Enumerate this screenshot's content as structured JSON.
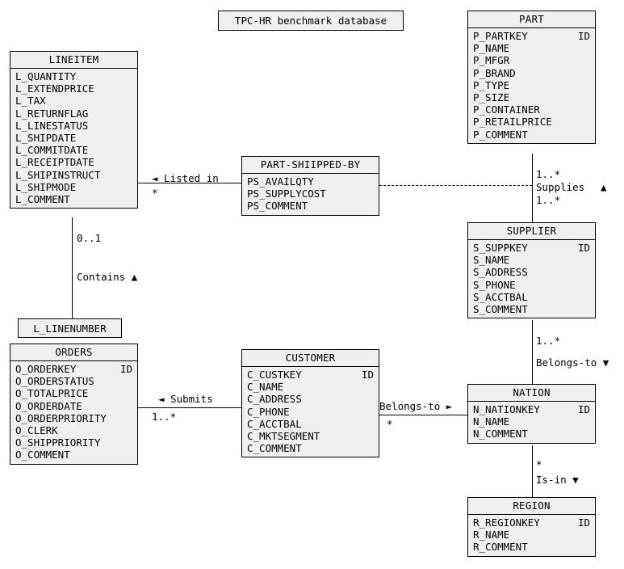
{
  "diagram": {
    "title": "TPC-HR benchmark database",
    "key_marker": "ID"
  },
  "entities": {
    "lineitem": {
      "name": "LINEITEM",
      "attributes": [
        {
          "name": "L_QUANTITY",
          "key": ""
        },
        {
          "name": "L_EXTENDPRICE",
          "key": ""
        },
        {
          "name": "L_TAX",
          "key": ""
        },
        {
          "name": "L_RETURNFLAG",
          "key": ""
        },
        {
          "name": "L_LINESTATUS",
          "key": ""
        },
        {
          "name": "L_SHIPDATE",
          "key": ""
        },
        {
          "name": "L_COMMITDATE",
          "key": ""
        },
        {
          "name": "L_RECEIPTDATE",
          "key": ""
        },
        {
          "name": "L_SHIPINSTRUCT",
          "key": ""
        },
        {
          "name": "L_SHIPMODE",
          "key": ""
        },
        {
          "name": "L_COMMENT",
          "key": ""
        }
      ]
    },
    "part": {
      "name": "PART",
      "attributes": [
        {
          "name": "P_PARTKEY",
          "key": "ID"
        },
        {
          "name": "P_NAME",
          "key": ""
        },
        {
          "name": "P_MFGR",
          "key": ""
        },
        {
          "name": "P_BRAND",
          "key": ""
        },
        {
          "name": "P_TYPE",
          "key": ""
        },
        {
          "name": "P_SIZE",
          "key": ""
        },
        {
          "name": "P_CONTAINER",
          "key": ""
        },
        {
          "name": "P_RETAILPRICE",
          "key": ""
        },
        {
          "name": "P_COMMENT",
          "key": ""
        }
      ]
    },
    "part_shipped_by": {
      "name": "PART-SHIIPPED-BY",
      "attributes": [
        {
          "name": "PS_AVAILQTY",
          "key": ""
        },
        {
          "name": "PS_SUPPLYCOST",
          "key": ""
        },
        {
          "name": "PS_COMMENT",
          "key": ""
        }
      ]
    },
    "supplier": {
      "name": "SUPPLIER",
      "attributes": [
        {
          "name": "S_SUPPKEY",
          "key": "ID"
        },
        {
          "name": "S_NAME",
          "key": ""
        },
        {
          "name": "S_ADDRESS",
          "key": ""
        },
        {
          "name": "S_PHONE",
          "key": ""
        },
        {
          "name": "S_ACCTBAL",
          "key": ""
        },
        {
          "name": "S_COMMENT",
          "key": ""
        }
      ]
    },
    "orders": {
      "name": "ORDERS",
      "attributes": [
        {
          "name": "O_ORDERKEY",
          "key": "ID"
        },
        {
          "name": "O_ORDERSTATUS",
          "key": ""
        },
        {
          "name": "O_TOTALPRICE",
          "key": ""
        },
        {
          "name": "O_ORDERDATE",
          "key": ""
        },
        {
          "name": "O_ORDERPRIORITY",
          "key": ""
        },
        {
          "name": "O_CLERK",
          "key": ""
        },
        {
          "name": "O_SHIPPRIORITY",
          "key": ""
        },
        {
          "name": "O_COMMENT",
          "key": ""
        }
      ]
    },
    "customer": {
      "name": "CUSTOMER",
      "attributes": [
        {
          "name": "C_CUSTKEY",
          "key": "ID"
        },
        {
          "name": "C_NAME",
          "key": ""
        },
        {
          "name": "C_ADDRESS",
          "key": ""
        },
        {
          "name": "C_PHONE",
          "key": ""
        },
        {
          "name": "C_ACCTBAL",
          "key": ""
        },
        {
          "name": "C_MKTSEGMENT",
          "key": ""
        },
        {
          "name": "C_COMMENT",
          "key": ""
        }
      ]
    },
    "nation": {
      "name": "NATION",
      "attributes": [
        {
          "name": "N_NATIONKEY",
          "key": "ID"
        },
        {
          "name": "N_NAME",
          "key": ""
        },
        {
          "name": "N_COMMENT",
          "key": ""
        }
      ]
    },
    "region": {
      "name": "REGION",
      "attributes": [
        {
          "name": "R_REGIONKEY",
          "key": "ID"
        },
        {
          "name": "R_NAME",
          "key": ""
        },
        {
          "name": "R_COMMENT",
          "key": ""
        }
      ]
    }
  },
  "association_box": {
    "label": "L_LINENUMBER"
  },
  "relationships": {
    "listed_in": {
      "label": "◄ Listed in",
      "cardinality_left": "*"
    },
    "supplies": {
      "cardinality_top": "1..*",
      "label": "Supplies",
      "arrow": "▲",
      "cardinality_bottom": "1..*"
    },
    "contains": {
      "cardinality_top": "0..1",
      "label": "Contains ▲"
    },
    "submits": {
      "label": "◄ Submits",
      "cardinality_left": "1..*"
    },
    "customer_belongs_to": {
      "label": "Belongs-to ►",
      "cardinality_left": "*"
    },
    "supplier_belongs_to": {
      "cardinality_top": "1..*",
      "label": "Belongs-to ▼"
    },
    "is_in": {
      "cardinality_top": "*",
      "label": "Is-in ▼"
    }
  }
}
